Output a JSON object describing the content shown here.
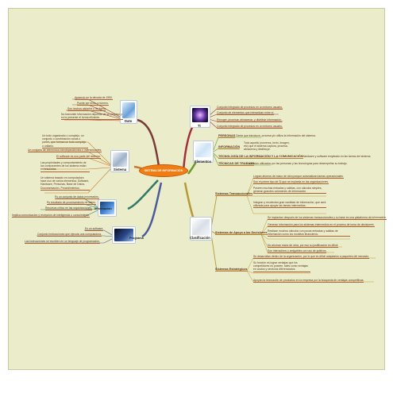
{
  "center": {
    "title": "SISTEMA DE INFORMACIÓN"
  },
  "dato": {
    "label": "Dato",
    "items": [
      "Aparecio en la década de 1950.",
      "Puede ser texto o número.",
      "Son hechos aislados y de forma",
      "No transmite información depende de su proceso y es la presente el forma eficiente."
    ]
  },
  "sistema": {
    "label": "Sistema",
    "items": [
      "Un todo organizado o complejo; un conjunto o combinación cosas o partes, que forman un todo complejo o unitario.",
      "Un conjunto de elementos interdependientes e interactuantes.",
      "El software es una parte del sistema.",
      "Las propiedades y comportamiento de los componentes de los sistema están entrelazadas.",
      "Un sistema basado en computadora hace uso de varios elementos: Software, Hardware, Personas, Base de Datos, Documentación, Procedimientos."
    ]
  },
  "informacion": {
    "label": "Información",
    "items": [
      "Es un conjunto de datos procesados.",
      "Es resultado de procesamiento de datos.",
      "Recursos crítico en las organizaciones.",
      "Implica comunicación y recepción de inteligencia o conocimiento."
    ]
  },
  "programa": {
    "label": "Programa",
    "items": [
      "Es un software.",
      "Conjunto instrucciones que ejecuta una computadora.",
      "Las instrucciones se escriben en un lenguaje de programación."
    ]
  },
  "ti": {
    "label": "TI",
    "items": [
      "Conjunto integrado de procesos en un entorno usuario.",
      "Conjunto de elementos que interactúan entre sí.",
      "Recoger, procesar, almacenar, y distribuir información.",
      "Conjunto integrado de procesos en un entorno usuario."
    ]
  },
  "elementos": {
    "label": "Elementos",
    "rows": [
      {
        "key": "PERSONAS",
        "text": "Gente que introduce, procesa y/o utiliza la información del sistema."
      },
      {
        "key": "INFORMACIÓN",
        "text": "Todo aquello (números, texto, imagen, etc) que el sistema captura, procesa, almacena y distribuye."
      },
      {
        "key": "TECNOLOGÍA DE LA INFORMACIÓN Y LA COMUNICACIÓN",
        "text": "Hardware y software empleado en las tareas del sistema."
      },
      {
        "key": "TÉCNICAS DE TRABAJO",
        "text": "Métodos utilizados por las personas y las tecnologías para desempeñar su trabajo."
      }
    ]
  },
  "clasificacion": {
    "label": "Clasificación",
    "transaccionales": {
      "label": "Sistemas Transaccionales",
      "items": [
        "Logran ahorros de mano de obra porque automatizan tareas operacionales.",
        "Son el primer tipo de SI que se implanta en las organizaciones.",
        "Poseen muchas entradas y salidas, con cálculos simples, generan grandes volúmenes de información.",
        "Integran y recolectan gran cantidad de información, que será utilizada para apoyar las tareas intermedias."
      ]
    },
    "apoyo": {
      "label": "Sistemas de Apoyo a las Decisiones",
      "items": [
        "Se implantan después de los sistemas transaccionales y su base es una plataforma de información.",
        "Generan información para los sistemas intermedios en el proceso de toma de decisiones.",
        "Realizan muchos cálculos con pocas entradas y salidas de información como los modelos financieros.",
        "No ahorran mano de obra, por eso su justificación es difícil.",
        "Son interactivos y amigables con uso de gráficos."
      ]
    },
    "estrategicos": {
      "label": "Sistemas Estratégicos",
      "items": [
        "Se desarrollan dentro de la organización, por lo que es difícil adaptarlos a paquetes del mercado.",
        "Su función es lograr ventajas que los competidores no poseen, tales como ventajas en costos y servicios diferenciados.",
        "Apoyan la innovación de productos en la empresa por la búsqueda de ventajas competitivas."
      ]
    }
  },
  "colors": {
    "background": "#ebecc9",
    "center": "#f07c14",
    "branch_dato": "#7a3a3a",
    "branch_sistema": "#c87a2a",
    "branch_info": "#2f7a6a",
    "branch_programa": "#4a5a9a",
    "branch_ti": "#a03040",
    "branch_elementos": "#6a9a2a",
    "branch_clasificacion": "#b59a3a"
  }
}
